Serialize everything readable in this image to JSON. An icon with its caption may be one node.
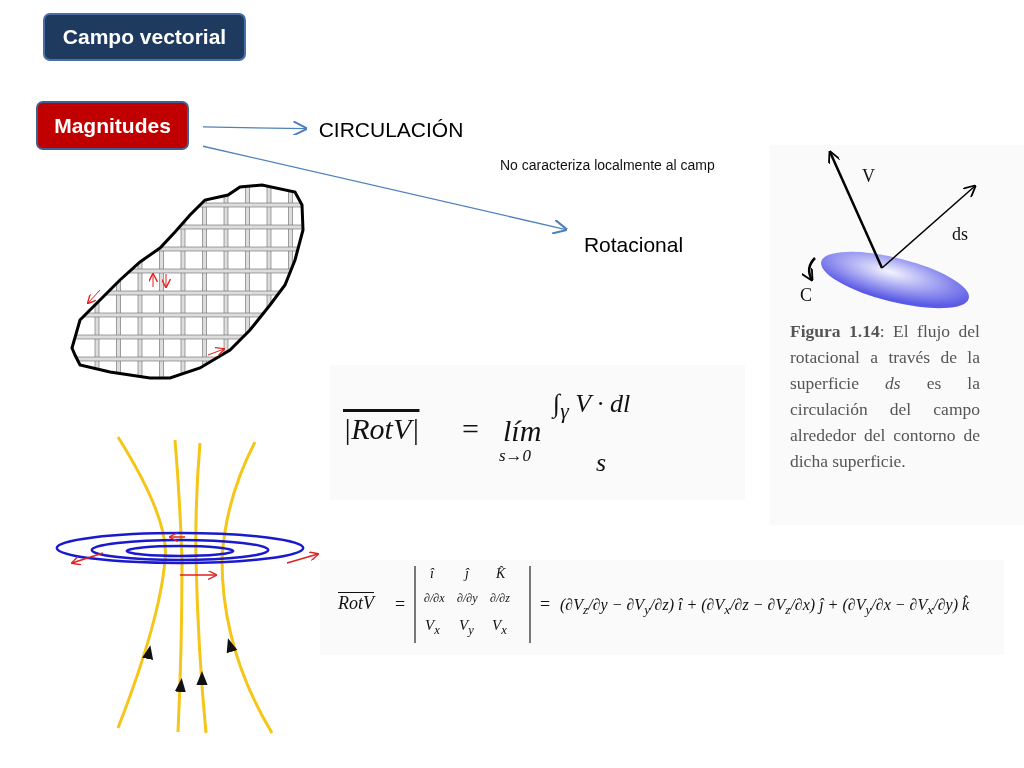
{
  "diagram": {
    "nodes": [
      {
        "text": [
          "Campo vectorial"
        ]
      },
      {
        "text": [
          "Magnitudes"
        ]
      },
      {
        "text": [
          "CIRCULACIÓN"
        ]
      },
      {
        "text": [
          "Rotacional"
        ]
      }
    ],
    "edges": [
      {
        "from": 1,
        "to": 2,
        "arrow": "to"
      },
      {
        "from": 1,
        "to": 3,
        "arrow": "to"
      }
    ],
    "labels": [
      "No caracteriza localmente al camp",
      "V",
      "ds",
      "C",
      "**Figura 1.14**: El flujo del rotacional a través de la superficie *ds* es la circulación del campo alrededor del contorno de dicha superficie.",
      "|RotV|",
      "=",
      "lím",
      "s→0",
      "∫$_{γ}$ V · dl",
      "s",
      "RotV",
      "=",
      "î",
      "ĵ",
      "K̂",
      "∂/∂x",
      "∂/∂y",
      "∂/∂z",
      "V$_{x}$",
      "V$_{y}$",
      "V$_{x}$",
      "=",
      "(∂V$_{z}$/∂y − ∂V$_{y}$/∂z) î + (∂V$_{x}$/∂z − ∂V$_{z}$/∂x) ĵ + (∂V$_{y}$/∂x − ∂V$_{x}$/∂y) k̂"
    ]
  }
}
